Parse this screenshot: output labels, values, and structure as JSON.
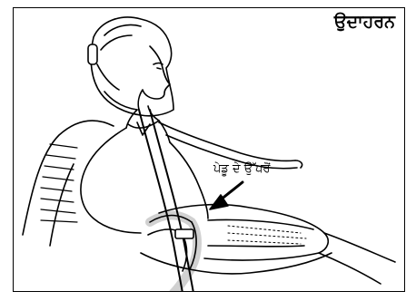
{
  "heading": "ਉਦਾਹਰਨ",
  "callout_label": "ਪੇਡੂ ਦੇ ਉੱਪਰੋਂ",
  "colors": {
    "line": "#000000",
    "background": "#ffffff"
  },
  "illustration": "seated-woman-wearing-seatbelt-below-abdomen"
}
